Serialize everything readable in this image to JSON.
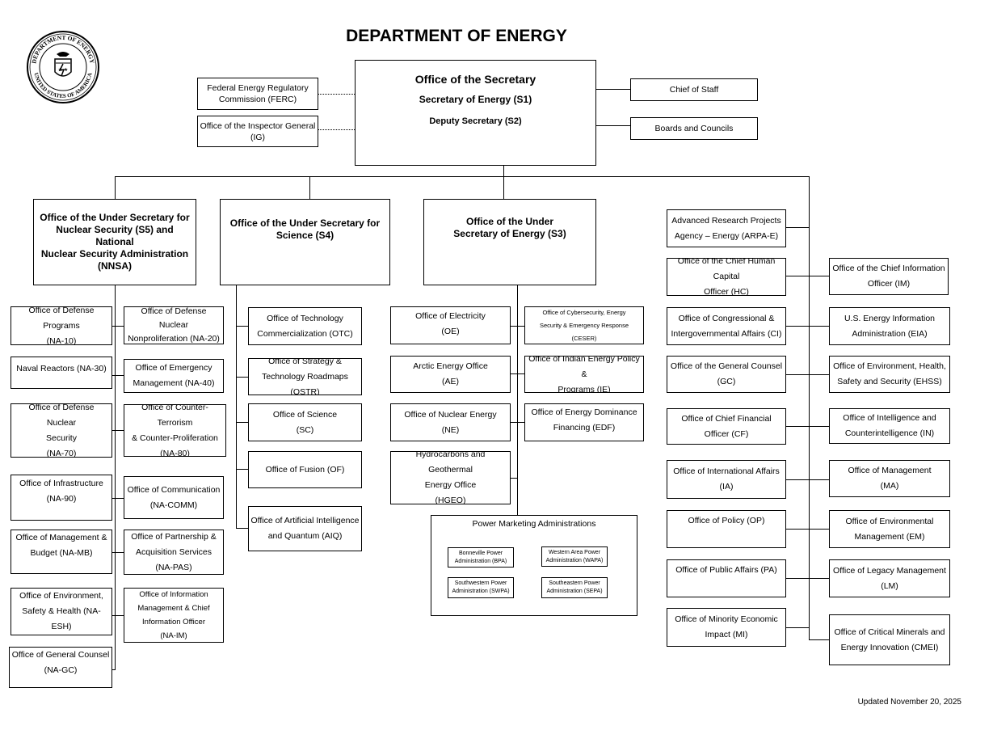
{
  "header": {
    "title": "DEPARTMENT OF ENERGY",
    "updated": "Updated November 20, 2025"
  },
  "seal": {
    "top_text": "DEPARTMENT OF ENERGY",
    "bottom_text": "UNITED STATES OF AMERICA",
    "stars": "★ ★"
  },
  "secretary": {
    "title": "Office of the Secretary",
    "line1": "Secretary of Energy (S1)",
    "line2": "Deputy Secretary (S2)"
  },
  "top_left": {
    "ferc": [
      "Federal Energy Regulatory",
      "Commission (FERC)"
    ],
    "ig": [
      "Office of the Inspector General",
      "(IG)"
    ]
  },
  "top_right": {
    "chief_of_staff": "Chief of Staff",
    "boards": "Boards and Councils"
  },
  "under_secretaries": {
    "s5": [
      "Office of the Under Secretary for",
      "Nuclear Security (S5) and National",
      "Nuclear Security Administration",
      "(NNSA)"
    ],
    "s4": [
      "Office of the Under Secretary for",
      "Science (S4)"
    ],
    "s3": [
      "Office of the Under",
      "Secretary of Energy (S3)"
    ]
  },
  "nnsa_left": [
    [
      "Office of Defense Programs",
      "(NA-10)"
    ],
    [
      "Naval Reactors (NA-30)"
    ],
    [
      "Office of Defense Nuclear",
      "Security",
      "(NA-70)"
    ],
    [
      "Office of Infrastructure",
      "(NA-90)"
    ],
    [
      "Office of Management &",
      "Budget (NA-MB)"
    ],
    [
      "Office of Environment,",
      "Safety & Health (NA-ESH)"
    ],
    [
      "Office of General Counsel",
      "(NA-GC)"
    ]
  ],
  "nnsa_right": [
    [
      "Office of Defense Nuclear",
      "Nonproliferation (NA-20)"
    ],
    [
      "Office of Emergency",
      "Management (NA-40)"
    ],
    [
      "Office of Counter-Terrorism",
      "& Counter-Proliferation",
      "(NA-80)"
    ],
    [
      "Office of Communication",
      "(NA-COMM)"
    ],
    [
      "Office of Partnership &",
      "Acquisition Services",
      "(NA-PAS)"
    ],
    [
      "Office of Information",
      "Management & Chief",
      "Information Officer",
      "(NA-IM)"
    ]
  ],
  "science": [
    [
      "Office of Technology",
      "Commercialization (OTC)"
    ],
    [
      "Office of Strategy &",
      "Technology Roadmaps (OSTR)"
    ],
    [
      "Office of Science",
      "(SC)"
    ],
    [
      "Office of Fusion (OF)"
    ],
    [
      "Office of Artificial Intelligence",
      "and  Quantum (AIQ)"
    ]
  ],
  "s3_left": [
    [
      "Office of Electricity",
      "(OE)"
    ],
    [
      "Arctic Energy Office",
      "(AE)"
    ],
    [
      "Office of Nuclear Energy",
      "(NE)"
    ],
    [
      "Hydrocarbons and Geothermal",
      "Energy Office",
      "(HGEO)"
    ]
  ],
  "s3_right": [
    [
      "Office of Cybersecurity, Energy",
      "Security & Emergency Response (CESER)"
    ],
    [
      "Office of Indian Energy Policy &",
      "Programs (IE)"
    ],
    [
      "Office of Energy Dominance",
      "Financing (EDF)"
    ]
  ],
  "pma": {
    "title": "Power Marketing Administrations",
    "bpa": [
      "Bonneville Power",
      "Administration (BPA)"
    ],
    "wapa": [
      "Western Area Power",
      "Administration (WAPA)"
    ],
    "swpa": [
      "Southwestern Power",
      "Administration (SWPA)"
    ],
    "sepa": [
      "Southeastern Power",
      "Administration (SEPA)"
    ]
  },
  "staff_left": [
    [
      "Advanced Research Projects",
      "Agency – Energy (ARPA-E)"
    ],
    [
      "Office of the Chief Human Capital",
      "Officer (HC)"
    ],
    [
      "Office of Congressional &",
      "Intergovernmental Affairs (CI)"
    ],
    [
      "Office of the General Counsel",
      "(GC)"
    ],
    [
      "Office of Chief Financial",
      "Officer (CF)"
    ],
    [
      "Office of International Affairs",
      "(IA)"
    ],
    [
      "Office of Policy (OP)"
    ],
    [
      "Office of Public Affairs (PA)"
    ],
    [
      "Office of Minority Economic",
      "Impact (MI)"
    ]
  ],
  "staff_right": [
    [
      "Office of the Chief Information",
      "Officer (IM)"
    ],
    [
      "U.S. Energy Information",
      "Administration (EIA)"
    ],
    [
      "Office of Environment, Health,",
      "Safety and Security (EHSS)"
    ],
    [
      "Office of Intelligence and",
      "Counterintelligence (IN)"
    ],
    [
      "Office of Management",
      "(MA)"
    ],
    [
      "Office of Environmental",
      "Management (EM)"
    ],
    [
      "Office of Legacy Management",
      "(LM)"
    ],
    [
      "Office of Critical Minerals and",
      "Energy Innovation (CMEI)"
    ]
  ]
}
